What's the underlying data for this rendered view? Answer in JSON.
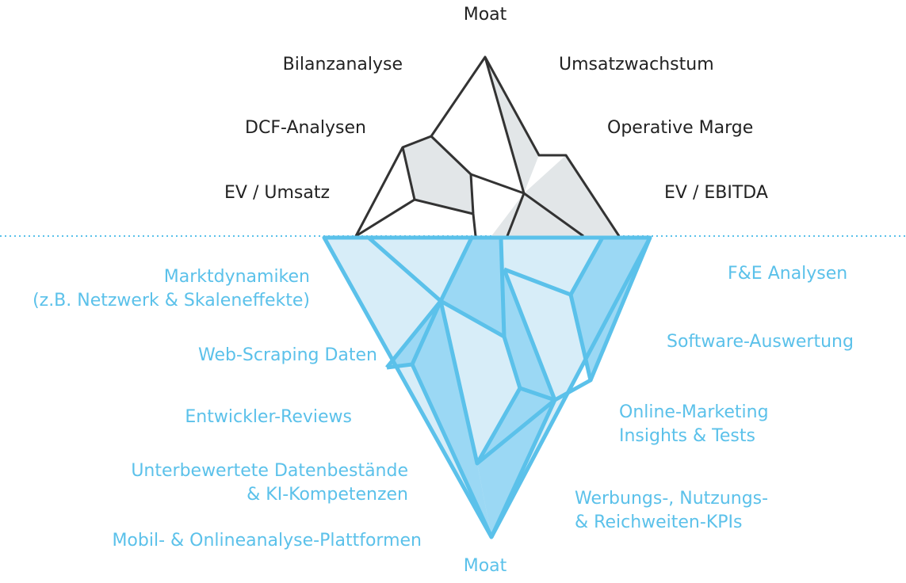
{
  "top": {
    "title": "Moat",
    "left_items": [
      "Bilanzanalyse",
      "DCF-Analysen",
      "EV / Umsatz"
    ],
    "right_items": [
      "Umsatzwachstum",
      "Operative Marge",
      "EV / EBITDA"
    ]
  },
  "bottom": {
    "title": "Moat",
    "left_items": [
      {
        "line1": "Marktdynamiken",
        "line2": "(z.B. Netzwerk & Skaleneffekte)"
      },
      {
        "line1": "Web-Scraping Daten"
      },
      {
        "line1": "Entwickler-Reviews"
      },
      {
        "line1": "Unterbewertete Datenbestände",
        "line2": "& KI-Kompetenzen"
      },
      {
        "line1": "Mobil- & Onlineanalyse-Plattformen"
      }
    ],
    "right_items": [
      {
        "line1": "F&E Analysen"
      },
      {
        "line1": "Software-Auswertung"
      },
      {
        "line1": "Online-Marketing",
        "line2": "Insights & Tests"
      },
      {
        "line1": "Werbungs-, Nutzungs-",
        "line2": "& Reichweiten-KPIs"
      }
    ]
  },
  "colors": {
    "above_text": "#222222",
    "below_text": "#5bc1ea",
    "iceberg_outline_top": "#333333",
    "iceberg_outline_bottom": "#5bc1ea",
    "iceberg_fill_light": "#d7edf8",
    "iceberg_fill_mid": "#9bd8f4",
    "top_fill_gray": "#e2e6e8",
    "waterline": "#5bc1ea"
  }
}
